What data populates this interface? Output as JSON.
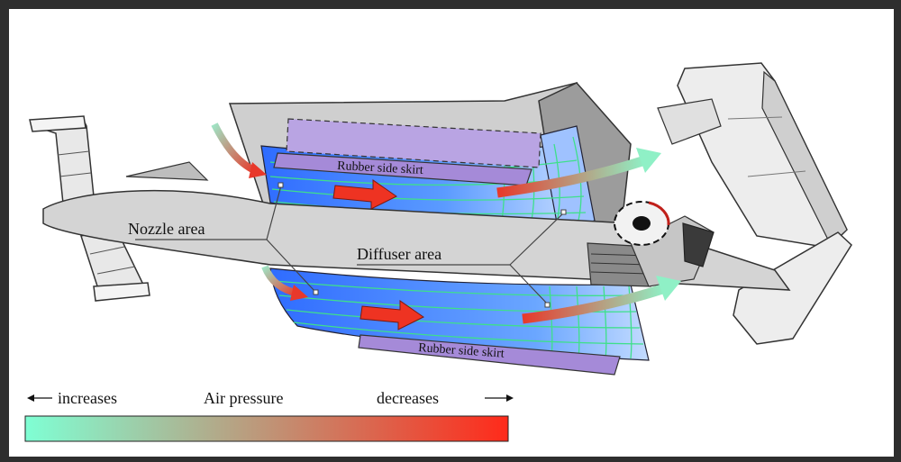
{
  "labels": {
    "nozzle": "Nozzle area",
    "diffuser": "Diffuser area",
    "skirt_top": "Rubber side skirt",
    "skirt_bottom": "Rubber side skirt"
  },
  "legend": {
    "left": "increases",
    "center": "Air pressure",
    "right": "decreases",
    "gradient_start": "#7fffd4",
    "gradient_end": "#ff2a1a"
  },
  "colors": {
    "body_gray": "#cfcfcf",
    "skirt_purple": "#b39ddb",
    "flow_blue": "#3b7dff",
    "streamline_green": "#3ee08a",
    "arrow_red": "#ee3322"
  }
}
